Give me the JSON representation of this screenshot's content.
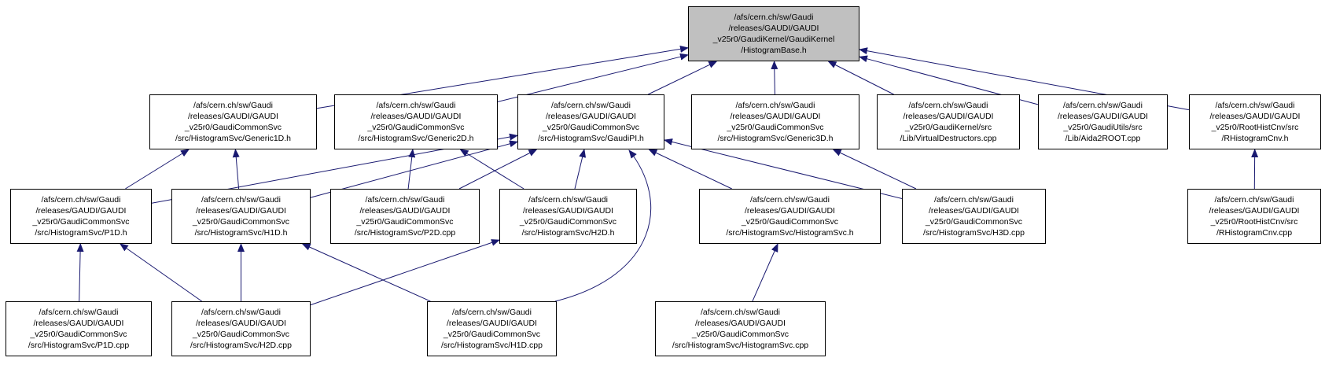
{
  "graph": {
    "description": "include-dependency-graph",
    "root_file": "/HistogramBase.h",
    "nodes": [
      {
        "id": "histbase",
        "type": "root",
        "label_lines": [
          "/afs/cern.ch/sw/Gaudi",
          "/releases/GAUDI/GAUDI",
          "_v25r0/GaudiKernel/GaudiKernel",
          "/HistogramBase.h"
        ]
      },
      {
        "id": "generic1d",
        "type": "file",
        "label_lines": [
          "/afs/cern.ch/sw/Gaudi",
          "/releases/GAUDI/GAUDI",
          "_v25r0/GaudiCommonSvc",
          "/src/HistogramSvc/Generic1D.h"
        ]
      },
      {
        "id": "generic2d",
        "type": "file",
        "label_lines": [
          "/afs/cern.ch/sw/Gaudi",
          "/releases/GAUDI/GAUDI",
          "_v25r0/GaudiCommonSvc",
          "/src/HistogramSvc/Generic2D.h"
        ]
      },
      {
        "id": "gaudipi",
        "type": "file",
        "label_lines": [
          "/afs/cern.ch/sw/Gaudi",
          "/releases/GAUDI/GAUDI",
          "_v25r0/GaudiCommonSvc",
          "/src/HistogramSvc/GaudiPI.h"
        ]
      },
      {
        "id": "generic3d",
        "type": "file",
        "label_lines": [
          "/afs/cern.ch/sw/Gaudi",
          "/releases/GAUDI/GAUDI",
          "_v25r0/GaudiCommonSvc",
          "/src/HistogramSvc/Generic3D.h"
        ]
      },
      {
        "id": "virtualdestructors",
        "type": "file",
        "label_lines": [
          "/afs/cern.ch/sw/Gaudi",
          "/releases/GAUDI/GAUDI",
          "_v25r0/GaudiKernel/src",
          "/Lib/VirtualDestructors.cpp"
        ]
      },
      {
        "id": "aida2root",
        "type": "file",
        "label_lines": [
          "/afs/cern.ch/sw/Gaudi",
          "/releases/GAUDI/GAUDI",
          "_v25r0/GaudiUtils/src",
          "/Lib/Aida2ROOT.cpp"
        ]
      },
      {
        "id": "rhistogramcnvh",
        "type": "file",
        "label_lines": [
          "/afs/cern.ch/sw/Gaudi",
          "/releases/GAUDI/GAUDI",
          "_v25r0/RootHistCnv/src",
          "/RHistogramCnv.h"
        ]
      },
      {
        "id": "p1dh",
        "type": "file",
        "label_lines": [
          "/afs/cern.ch/sw/Gaudi",
          "/releases/GAUDI/GAUDI",
          "_v25r0/GaudiCommonSvc",
          "/src/HistogramSvc/P1D.h"
        ]
      },
      {
        "id": "h1dh",
        "type": "file",
        "label_lines": [
          "/afs/cern.ch/sw/Gaudi",
          "/releases/GAUDI/GAUDI",
          "_v25r0/GaudiCommonSvc",
          "/src/HistogramSvc/H1D.h"
        ]
      },
      {
        "id": "p2dcpp",
        "type": "file",
        "label_lines": [
          "/afs/cern.ch/sw/Gaudi",
          "/releases/GAUDI/GAUDI",
          "_v25r0/GaudiCommonSvc",
          "/src/HistogramSvc/P2D.cpp"
        ]
      },
      {
        "id": "h2dh",
        "type": "file",
        "label_lines": [
          "/afs/cern.ch/sw/Gaudi",
          "/releases/GAUDI/GAUDI",
          "_v25r0/GaudiCommonSvc",
          "/src/HistogramSvc/H2D.h"
        ]
      },
      {
        "id": "histsvch",
        "type": "file",
        "label_lines": [
          "/afs/cern.ch/sw/Gaudi",
          "/releases/GAUDI/GAUDI",
          "_v25r0/GaudiCommonSvc",
          "/src/HistogramSvc/HistogramSvc.h"
        ]
      },
      {
        "id": "h3dcpp",
        "type": "file",
        "label_lines": [
          "/afs/cern.ch/sw/Gaudi",
          "/releases/GAUDI/GAUDI",
          "_v25r0/GaudiCommonSvc",
          "/src/HistogramSvc/H3D.cpp"
        ]
      },
      {
        "id": "rhistogramcnvcpp",
        "type": "file",
        "label_lines": [
          "/afs/cern.ch/sw/Gaudi",
          "/releases/GAUDI/GAUDI",
          "_v25r0/RootHistCnv/src",
          "/RHistogramCnv.cpp"
        ]
      },
      {
        "id": "p1dcpp",
        "type": "file",
        "label_lines": [
          "/afs/cern.ch/sw/Gaudi",
          "/releases/GAUDI/GAUDI",
          "_v25r0/GaudiCommonSvc",
          "/src/HistogramSvc/P1D.cpp"
        ]
      },
      {
        "id": "h2dcpp",
        "type": "file",
        "label_lines": [
          "/afs/cern.ch/sw/Gaudi",
          "/releases/GAUDI/GAUDI",
          "_v25r0/GaudiCommonSvc",
          "/src/HistogramSvc/H2D.cpp"
        ]
      },
      {
        "id": "h1dcpp",
        "type": "file",
        "label_lines": [
          "/afs/cern.ch/sw/Gaudi",
          "/releases/GAUDI/GAUDI",
          "_v25r0/GaudiCommonSvc",
          "/src/HistogramSvc/H1D.cpp"
        ]
      },
      {
        "id": "histsvccpp",
        "type": "file",
        "label_lines": [
          "/afs/cern.ch/sw/Gaudi",
          "/releases/GAUDI/GAUDI",
          "_v25r0/GaudiCommonSvc",
          "/src/HistogramSvc/HistogramSvc.cpp"
        ]
      }
    ],
    "edges": [
      {
        "from": "generic1d",
        "to": "histbase"
      },
      {
        "from": "generic2d",
        "to": "histbase"
      },
      {
        "from": "gaudipi",
        "to": "histbase"
      },
      {
        "from": "generic3d",
        "to": "histbase"
      },
      {
        "from": "virtualdestructors",
        "to": "histbase"
      },
      {
        "from": "aida2root",
        "to": "histbase"
      },
      {
        "from": "rhistogramcnvh",
        "to": "histbase"
      },
      {
        "from": "p1dh",
        "to": "generic1d"
      },
      {
        "from": "h1dh",
        "to": "generic1d"
      },
      {
        "from": "p2dcpp",
        "to": "generic2d"
      },
      {
        "from": "h2dh",
        "to": "generic2d"
      },
      {
        "from": "p1dh",
        "to": "gaudipi"
      },
      {
        "from": "h1dh",
        "to": "gaudipi"
      },
      {
        "from": "p2dcpp",
        "to": "gaudipi"
      },
      {
        "from": "h2dh",
        "to": "gaudipi"
      },
      {
        "from": "histsvch",
        "to": "gaudipi"
      },
      {
        "from": "h3dcpp",
        "to": "gaudipi"
      },
      {
        "from": "h1dcpp",
        "to": "gaudipi"
      },
      {
        "from": "h3dcpp",
        "to": "generic3d"
      },
      {
        "from": "rhistogramcnvcpp",
        "to": "rhistogramcnvh"
      },
      {
        "from": "p1dcpp",
        "to": "p1dh"
      },
      {
        "from": "h2dcpp",
        "to": "p1dh"
      },
      {
        "from": "h2dcpp",
        "to": "h1dh"
      },
      {
        "from": "h1dcpp",
        "to": "h1dh"
      },
      {
        "from": "h2dcpp",
        "to": "h2dh"
      },
      {
        "from": "histsvccpp",
        "to": "histsvch"
      }
    ]
  },
  "colors": {
    "edge": "#191970",
    "node_border": "#000000",
    "node_fill": "#ffffff",
    "root_fill": "#c0c0c0",
    "background": "#ffffff"
  }
}
